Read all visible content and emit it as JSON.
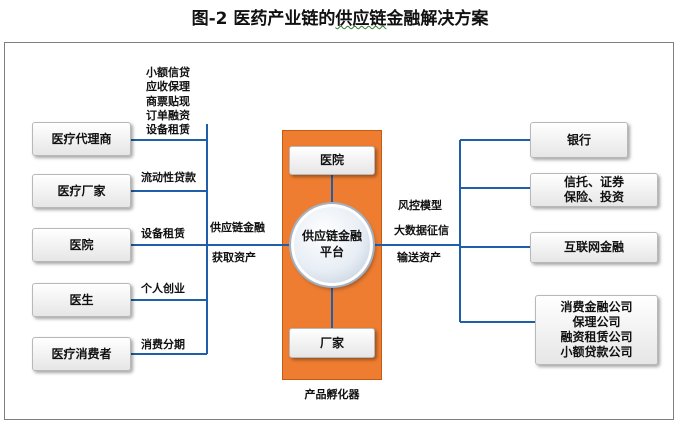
{
  "title": {
    "prefix": "图-2  医药产业链的",
    "highlight": "供应链",
    "suffix": "金融解决方案"
  },
  "left_nodes": [
    "医疗代理商",
    "医疗厂家",
    "医院",
    "医生",
    "医疗消费者"
  ],
  "left_labels": {
    "agent_products": "小额信贷\n应收保理\n商票贴现\n订单融资\n设备租赁",
    "factory": "流动性贷款",
    "hospital": "设备租赁",
    "doctor": "个人创业",
    "consumer": "消费分期"
  },
  "left_bus_labels": {
    "top": "供应链金融",
    "bottom": "获取资产"
  },
  "center": {
    "top_box": "医院",
    "circle": "供应链金融\n平台",
    "bottom_box": "厂家",
    "incubator": "产品孵化器"
  },
  "right_bus_labels": {
    "line1": "风控模型",
    "line2": "大数据征信",
    "line3": "输送资产"
  },
  "right_nodes": [
    "银行",
    "信托、证券\n保险、投资",
    "互联网金融",
    "消费金融公司\n保理公司\n融资租赁公司\n小额贷款公司"
  ],
  "colors": {
    "line": "#1f5ea8",
    "incubator": "#ee7d31"
  }
}
